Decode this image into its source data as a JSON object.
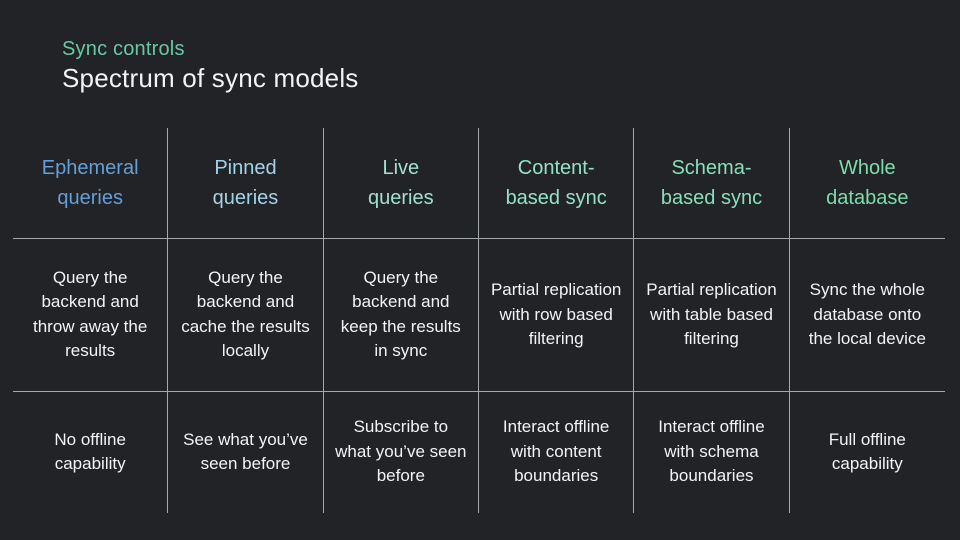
{
  "theme": {
    "background": "#222326",
    "text": "#f2f3f4",
    "grid_line": "#a4aaa7",
    "accent": "#69c7a3"
  },
  "header": {
    "kicker": "Sync controls",
    "title": "Spectrum of sync models"
  },
  "table": {
    "columns": [
      {
        "label": "Ephemeral queries",
        "color": "#639fd9",
        "description": "Query the backend and throw away the results",
        "offline": "No offline capability"
      },
      {
        "label": "Pinned queries",
        "color": "#a3d3e9",
        "description": "Query the backend and cache the results locally",
        "offline": "See what you’ve seen before"
      },
      {
        "label": "Live queries",
        "color": "#a0e1ce",
        "description": "Query the backend and keep the results in sync",
        "offline": "Subscribe to what you’ve seen before"
      },
      {
        "label": "Content-based sync",
        "color": "#93e2c4",
        "description": "Partial replication with row based filtering",
        "offline": "Interact offline with content boundaries"
      },
      {
        "label": "Schema-based sync",
        "color": "#88dfb9",
        "description": "Partial replication with table based filtering",
        "offline": "Interact offline with schema boundaries"
      },
      {
        "label": "Whole database",
        "color": "#7cdcab",
        "description": "Sync the whole database onto the local device",
        "offline": "Full offline capability"
      }
    ]
  }
}
